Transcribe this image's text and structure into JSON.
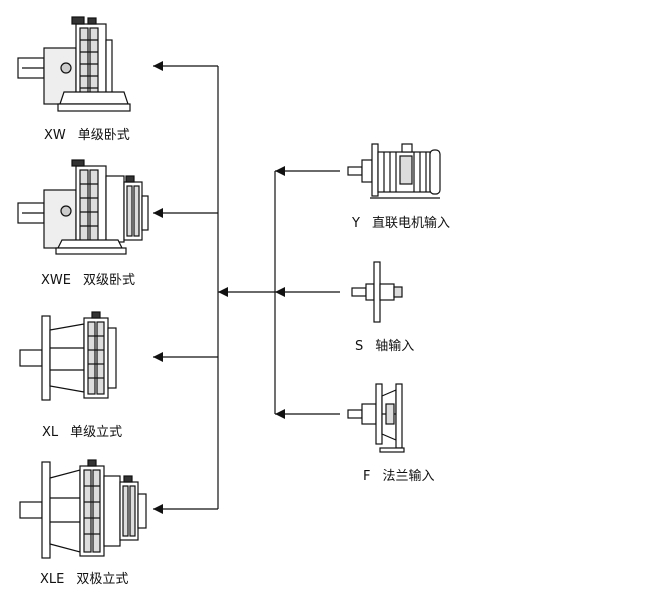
{
  "diagram": {
    "outputs": [
      {
        "code": "XW",
        "name": "单级卧式",
        "icon": "single-stage-horizontal-reducer-icon"
      },
      {
        "code": "XWE",
        "name": "双级卧式",
        "icon": "double-stage-horizontal-reducer-icon"
      },
      {
        "code": "XL",
        "name": "单级立式",
        "icon": "single-stage-vertical-reducer-icon"
      },
      {
        "code": "XLE",
        "name": "双极立式",
        "icon": "double-stage-vertical-reducer-icon"
      }
    ],
    "inputs": [
      {
        "code": "Y",
        "name": "直联电机输入",
        "icon": "direct-motor-input-icon"
      },
      {
        "code": "S",
        "name": "轴输入",
        "icon": "shaft-input-icon"
      },
      {
        "code": "F",
        "name": "法兰输入",
        "icon": "flange-input-icon"
      }
    ],
    "colors": {
      "line": "#111111",
      "fill": "#ffffff",
      "shade": "#d9d9d9"
    }
  }
}
